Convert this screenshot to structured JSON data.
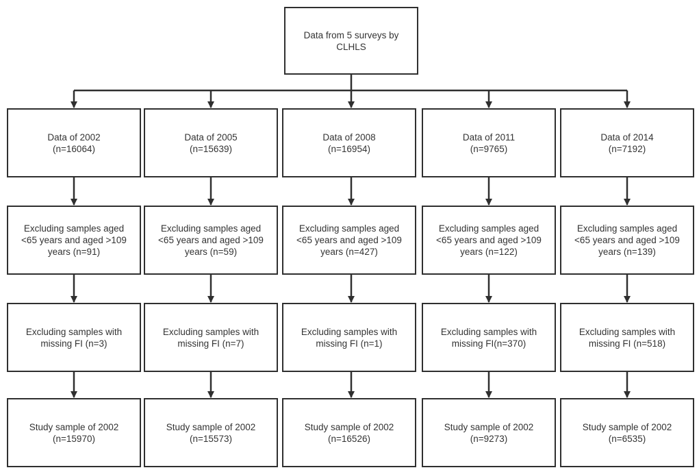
{
  "root": {
    "label": "Data from 5 surveys by\nCLHLS"
  },
  "columns": [
    {
      "data": "Data of 2002\n(n=16064)",
      "exclude_age": "Excluding samples aged\n<65 years and aged >109\nyears (n=91)",
      "exclude_fi": "Excluding samples with\nmissing FI (n=3)",
      "study": "Study sample of 2002\n(n=15970)"
    },
    {
      "data": "Data of 2005\n(n=15639)",
      "exclude_age": "Excluding samples aged\n<65 years and aged >109\nyears (n=59)",
      "exclude_fi": "Excluding samples with\nmissing FI (n=7)",
      "study": "Study sample of 2002\n(n=15573)"
    },
    {
      "data": "Data of 2008\n(n=16954)",
      "exclude_age": "Excluding samples aged\n<65 years and aged >109\nyears (n=427)",
      "exclude_fi": "Excluding samples with\nmissing FI (n=1)",
      "study": "Study sample of 2002\n(n=16526)"
    },
    {
      "data": "Data of 2011\n(n=9765)",
      "exclude_age": "Excluding samples aged\n<65 years and aged >109\nyears (n=122)",
      "exclude_fi": "Excluding samples with\nmissing FI(n=370)",
      "study": "Study sample of 2002\n(n=9273)"
    },
    {
      "data": "Data of 2014\n(n=7192)",
      "exclude_age": "Excluding samples aged\n<65 years and aged >109\nyears (n=139)",
      "exclude_fi": "Excluding samples with\nmissing FI (n=518)",
      "study": "Study sample of 2002\n(n=6535)"
    }
  ],
  "colors": {
    "stroke": "#2f2f2f",
    "text": "#333333",
    "background": "#ffffff"
  }
}
